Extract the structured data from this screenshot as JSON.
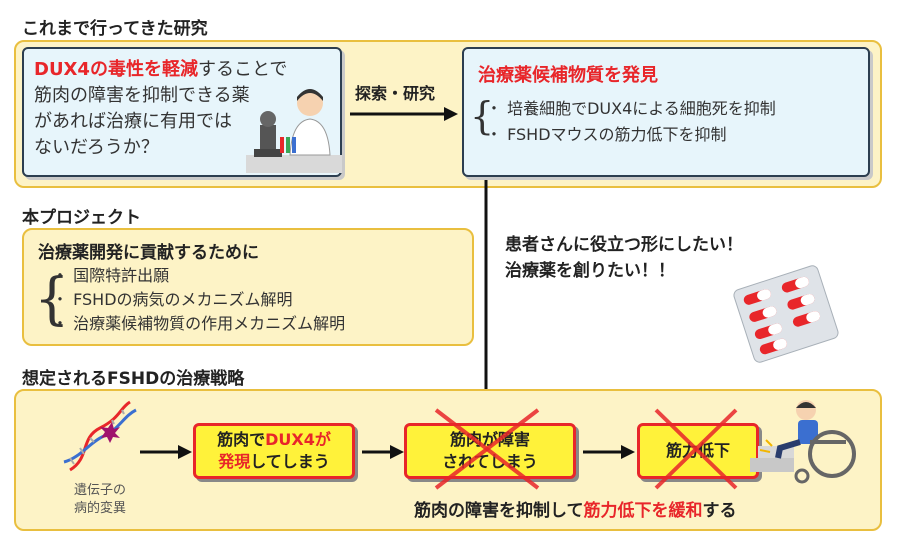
{
  "research": {
    "heading": "これまで行ってきた研究",
    "left_red": "DUX4の毒性を軽減",
    "left_rest": "することで",
    "left_line2": "筋肉の障害を抑制できる薬",
    "left_line3": "があれば治療に有用では",
    "left_line4": "ないだろうか？",
    "arrow_label": "探索・研究",
    "right_title": "治療薬候補物質を発見",
    "right_items": [
      "・ 培養細胞でDUX4による細胞死を抑制",
      "・ FSHDマウスの筋力低下を抑制"
    ]
  },
  "project": {
    "heading": "本プロジェクト",
    "box_title": "治療薬開発に貢献するために",
    "items": [
      "・ 国際特許出願",
      "・ FSHDの病気のメカニズム解明",
      "・ 治療薬候補物質の作用メカニズム解明"
    ]
  },
  "patients": {
    "line1": "患者さんに役立つ形にしたい！",
    "line2": "治療薬を創りたい！！"
  },
  "strategy": {
    "heading": "想定されるFSHDの治療戦略",
    "dna_label_line1": "遺伝子の",
    "dna_label_line2": "病的変異",
    "step1_a": "筋肉で",
    "step1_b": "DUX4が",
    "step1_c": "発現",
    "step1_d": "してしまう",
    "step2_line1": "筋肉が障害",
    "step2_line2": "されてしまう",
    "step3": "筋力低下",
    "conclusion_a": "筋肉の障害を抑制して",
    "conclusion_b": "筋力低下を緩和",
    "conclusion_c": "する"
  },
  "colors": {
    "accent_red": "#e8262a",
    "panel_fill": "#fdf3c6",
    "panel_border": "#e9bf3f",
    "card_fill": "#e7f5fb",
    "step_fill": "#fff23a"
  }
}
